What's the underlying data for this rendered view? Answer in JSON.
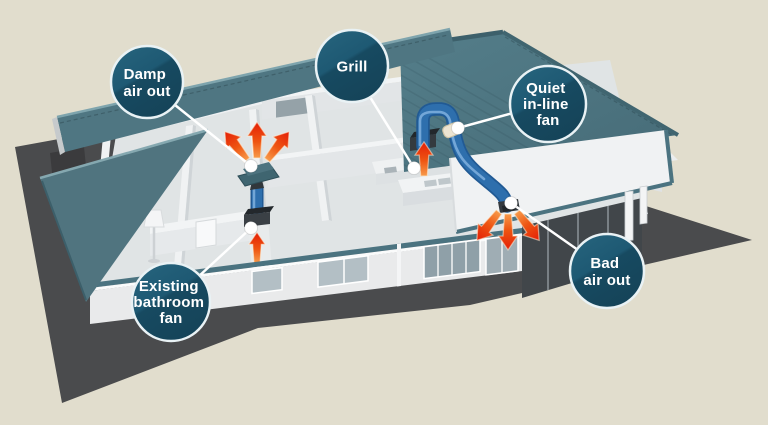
{
  "scene": {
    "background": "#e1ddcd",
    "ground_shadow": "#4a4b4d",
    "ground_shadow_dark": "#3b3b3d",
    "roof_teal": "#4f7682",
    "roof_ridge": "#3d606b",
    "gutter_teal": "#4b7380",
    "wall_white": "#e9eaeb",
    "wall_top_white": "#f2f4f5",
    "glass_gray": "#9fadb4",
    "duct_blue": "#2e6fad",
    "duct_highlight": "#7fb0de",
    "duct_outline": "#215a94",
    "vent_dark": "#343a3f",
    "fan_ring_cream": "#ece4d2",
    "arrow_red": "#e41f07",
    "arrow_orange": "#f79a4a",
    "bubble_fill_top": "#27657e",
    "bubble_fill_bottom": "#154459",
    "bubble_border": "#e9f2f5",
    "connector_line": "#ffffff"
  },
  "callouts": [
    {
      "id": "damp-air-out",
      "label": "Damp air out",
      "lines": [
        "Damp",
        "air out"
      ]
    },
    {
      "id": "grill",
      "label": "Grill",
      "lines": [
        "Grill"
      ]
    },
    {
      "id": "quiet-in-line-fan",
      "label": "Quiet in-line fan",
      "lines": [
        "Quiet",
        "in-line",
        "fan"
      ]
    },
    {
      "id": "existing-bathroom-fan",
      "label": "Existing bathroom fan",
      "lines": [
        "Existing",
        "bathroom",
        "fan"
      ]
    },
    {
      "id": "bad-air-out",
      "label": "Bad air out",
      "lines": [
        "Bad",
        "air out"
      ]
    }
  ]
}
